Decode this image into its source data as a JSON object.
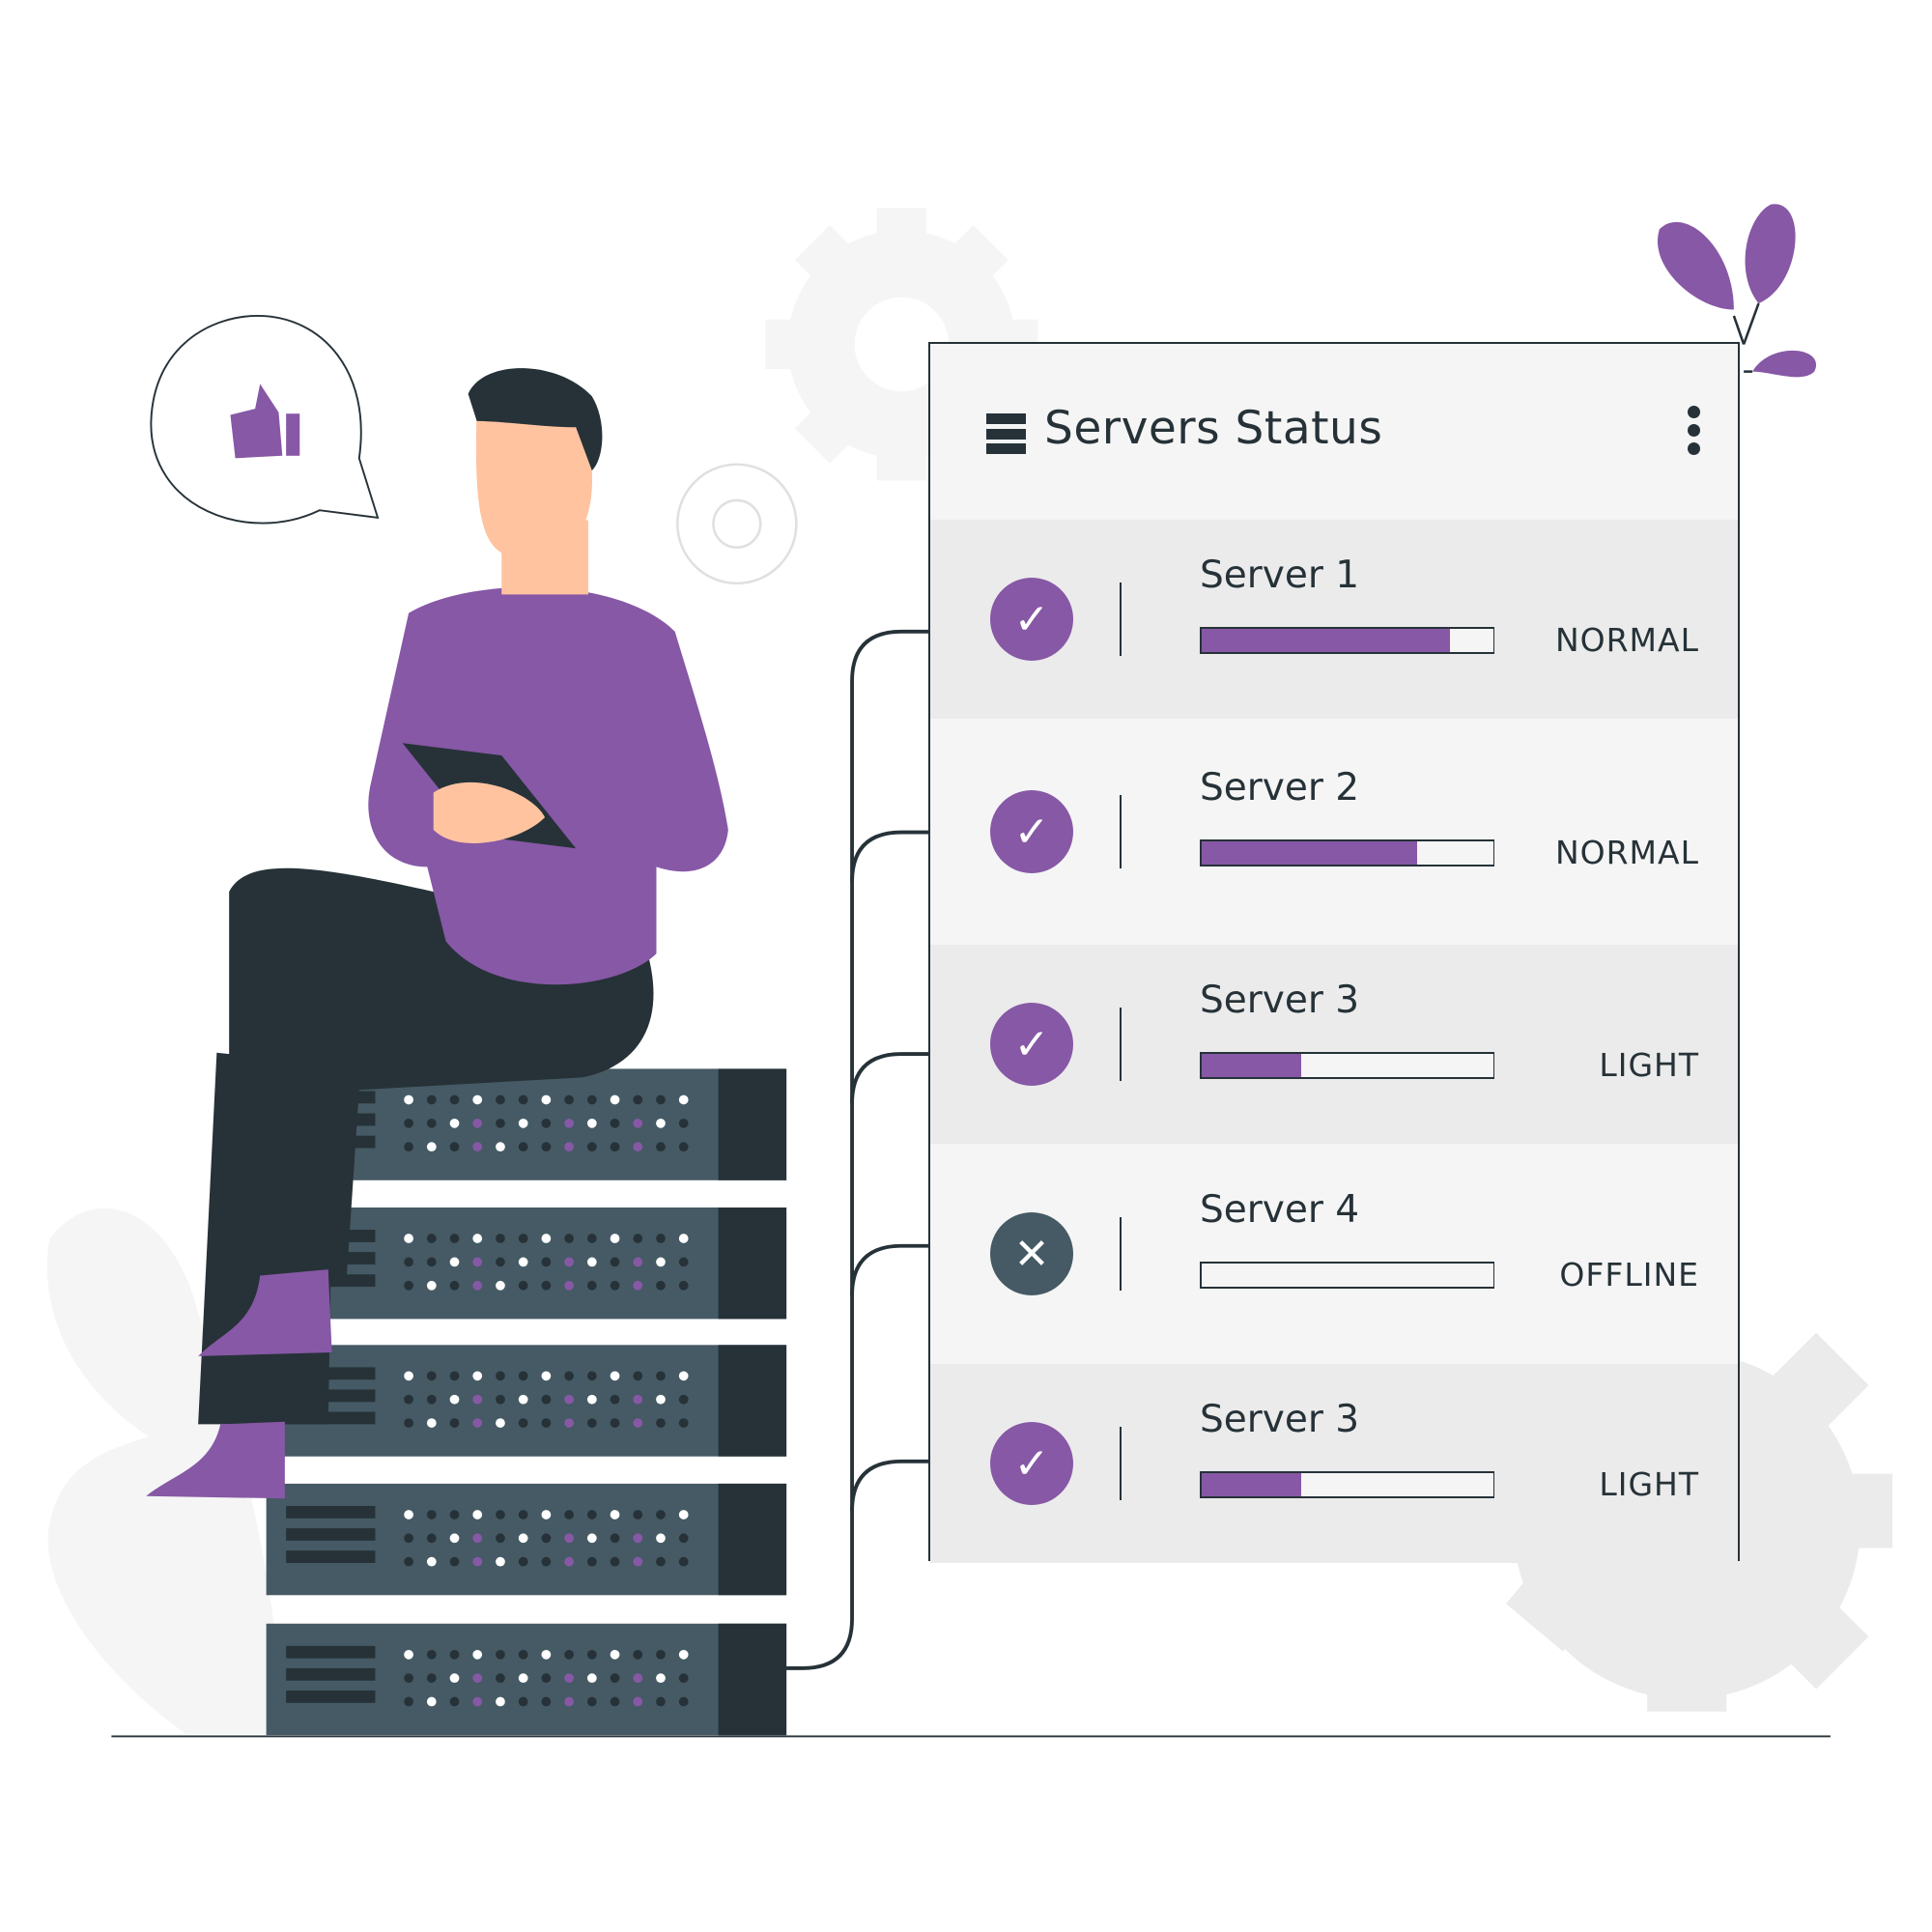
{
  "panel": {
    "title": "Servers Status",
    "menu_icon": "list-icon",
    "more_icon": "more-vertical-icon"
  },
  "servers": [
    {
      "name": "Server 1",
      "status": "NORMAL",
      "load": 0.85,
      "icon": "check-icon",
      "glyph": "✓"
    },
    {
      "name": "Server 2",
      "status": "NORMAL",
      "load": 0.74,
      "icon": "check-icon",
      "glyph": "✓"
    },
    {
      "name": "Server 3",
      "status": "LIGHT",
      "load": 0.34,
      "icon": "check-icon",
      "glyph": "✓"
    },
    {
      "name": "Server 4",
      "status": "OFFLINE",
      "load": 0,
      "icon": "close-icon",
      "glyph": "✕"
    },
    {
      "name": "Server 3",
      "status": "LIGHT",
      "load": 0.34,
      "icon": "check-icon",
      "glyph": "✓"
    }
  ],
  "colors": {
    "accent": "#8758a6",
    "dark": "#263238",
    "offline": "#455a64",
    "row_alt": "#ebebeb",
    "row": "#f5f5f5"
  }
}
